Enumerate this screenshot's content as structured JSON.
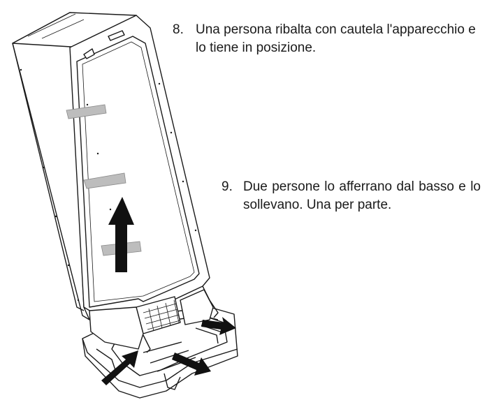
{
  "steps": [
    {
      "number": "8.",
      "text": "Una persona ribalta con cautela l'apparecchio e lo tiene in posizione."
    },
    {
      "number": "9.",
      "text": "Due persone lo afferrano dal basso e lo sollevano. Una per parte."
    }
  ],
  "colors": {
    "line": "#1a1a1a",
    "tape": "#bdbdbd",
    "arrow": "#111111",
    "paper": "#ffffff"
  }
}
